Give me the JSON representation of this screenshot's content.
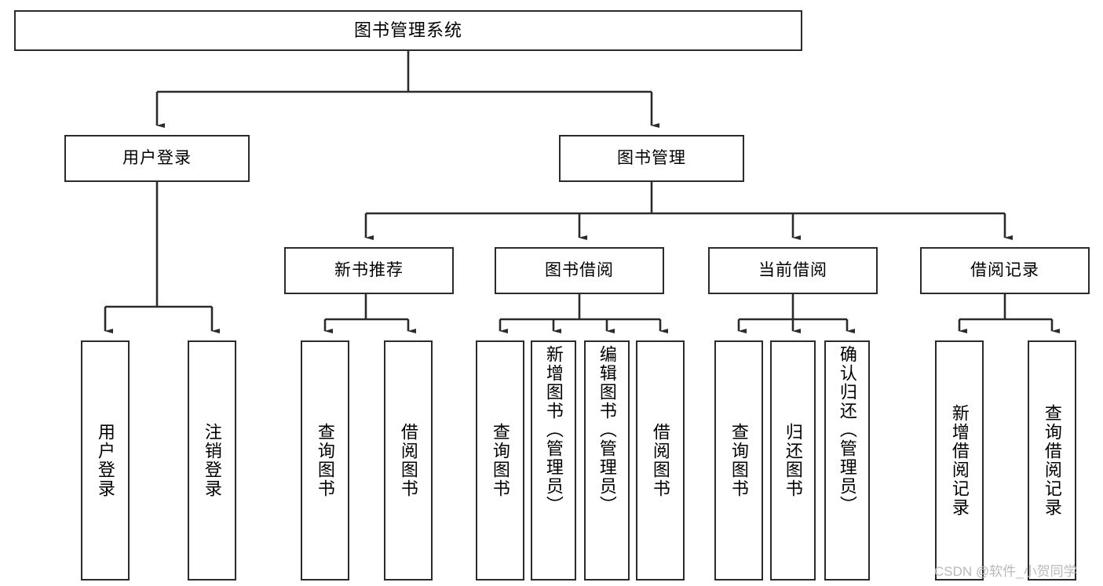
{
  "diagram": {
    "type": "tree-hierarchy",
    "title": "图书管理系统",
    "root": {
      "label": "图书管理系统"
    },
    "level2": [
      {
        "label": "用户登录"
      },
      {
        "label": "图书管理"
      }
    ],
    "level3": [
      {
        "label": "新书推荐"
      },
      {
        "label": "图书借阅"
      },
      {
        "label": "当前借阅"
      },
      {
        "label": "借阅记录"
      }
    ],
    "leaves": {
      "user_login": [
        {
          "label": "用户登录"
        },
        {
          "label": "注销登录"
        }
      ],
      "new_book_recommend": [
        {
          "label": "查询图书"
        },
        {
          "label": "借阅图书"
        }
      ],
      "book_borrow": [
        {
          "label": "查询图书"
        },
        {
          "label": "新增图书（管理员）"
        },
        {
          "label": "编辑图书（管理员）"
        },
        {
          "label": "借阅图书"
        }
      ],
      "current_borrow": [
        {
          "label": "查询图书"
        },
        {
          "label": "归还图书"
        },
        {
          "label": "确认归还（管理员）"
        }
      ],
      "borrow_record": [
        {
          "label": "新增借阅记录"
        },
        {
          "label": "查询借阅记录"
        }
      ]
    }
  },
  "watermark": {
    "text": "CSDN @软件_小贺同学"
  },
  "colors": {
    "box_border": "#2b2b2b",
    "box_fill": "#ffffff",
    "connector": "#2b2b2b",
    "watermark": "#b9b9b9",
    "background": "#ffffff"
  }
}
